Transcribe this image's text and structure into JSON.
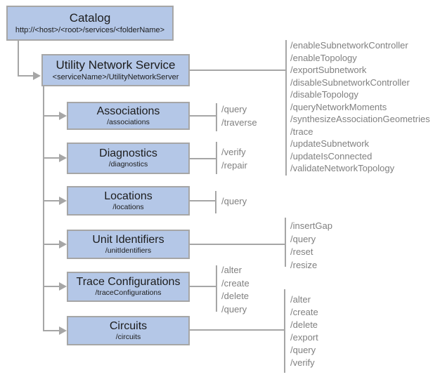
{
  "diagram": {
    "catalog": {
      "title": "Catalog",
      "subtitle": "http://<host>/<root>/services/<folderName>"
    },
    "service": {
      "title": "Utility Network Service",
      "subtitle": "<serviceName>/UtilityNetworkServer",
      "operations": [
        "/enableSubnetworkController",
        "/enableTopology",
        "/exportSubnetwork",
        "/disableSubnetworkController",
        "/disableTopology",
        "/queryNetworkMoments",
        "/synthesizeAssociationGeometries",
        "/trace",
        "/updateSubnetwork",
        "/updateIsConnected",
        "/validateNetworkTopology"
      ]
    },
    "resources": [
      {
        "title": "Associations",
        "subtitle": "/associations",
        "operations": [
          "/query",
          "/traverse"
        ]
      },
      {
        "title": "Diagnostics",
        "subtitle": "/diagnostics",
        "operations": [
          "/verify",
          "/repair"
        ]
      },
      {
        "title": "Locations",
        "subtitle": "/locations",
        "operations": [
          "/query"
        ]
      },
      {
        "title": "Unit Identifiers",
        "subtitle": "/unitIdentifiers",
        "operations": [
          "/insertGap",
          "/query",
          "/reset",
          "/resize"
        ]
      },
      {
        "title": "Trace Configurations",
        "subtitle": "/traceConfigurations",
        "operations": [
          "/alter",
          "/create",
          "/delete",
          "/query"
        ]
      },
      {
        "title": "Circuits",
        "subtitle": "/circuits",
        "operations": [
          "/alter",
          "/create",
          "/delete",
          "/export",
          "/query",
          "/verify"
        ]
      }
    ],
    "colors": {
      "box_fill": "#b4c7e7",
      "box_border": "#a6a6a6",
      "connector": "#a6a6a6",
      "title_text": "#1c1c1c",
      "operation_text": "#808080",
      "background": "#ffffff"
    }
  }
}
